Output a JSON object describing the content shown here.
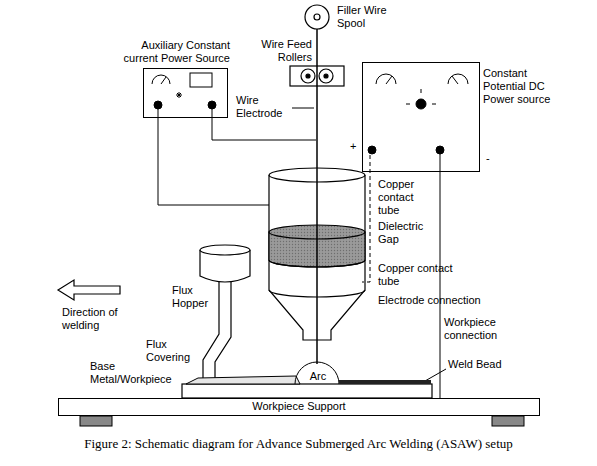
{
  "diagram": {
    "caption": "Figure 2: Schematic diagram for Advance Submerged Arc Welding (ASAW) setup",
    "nodes": [
      {
        "text": [
          "Auxiliary Constant current Power Source"
        ]
      },
      {
        "text": [
          "Constant Potential DC Power source"
        ]
      },
      {
        "text": [
          "Workpiece Support"
        ]
      }
    ],
    "edges": [
      {
        "from": 1,
        "to": 2,
        "arrow": "none"
      }
    ],
    "labels": [
      "Filler Wire Spool",
      "Wire Feed Rollers",
      "Wire Electrode",
      "Copper contact tube",
      "Dielectric Gap",
      "Copper contact tube",
      "Flux Hopper",
      "Electrode connection",
      "Direction of welding",
      "Workpiece connection",
      "+",
      "-",
      "Base Metal/Workpiece",
      "Flux Covering",
      "Arc",
      "Weld Bead"
    ]
  }
}
